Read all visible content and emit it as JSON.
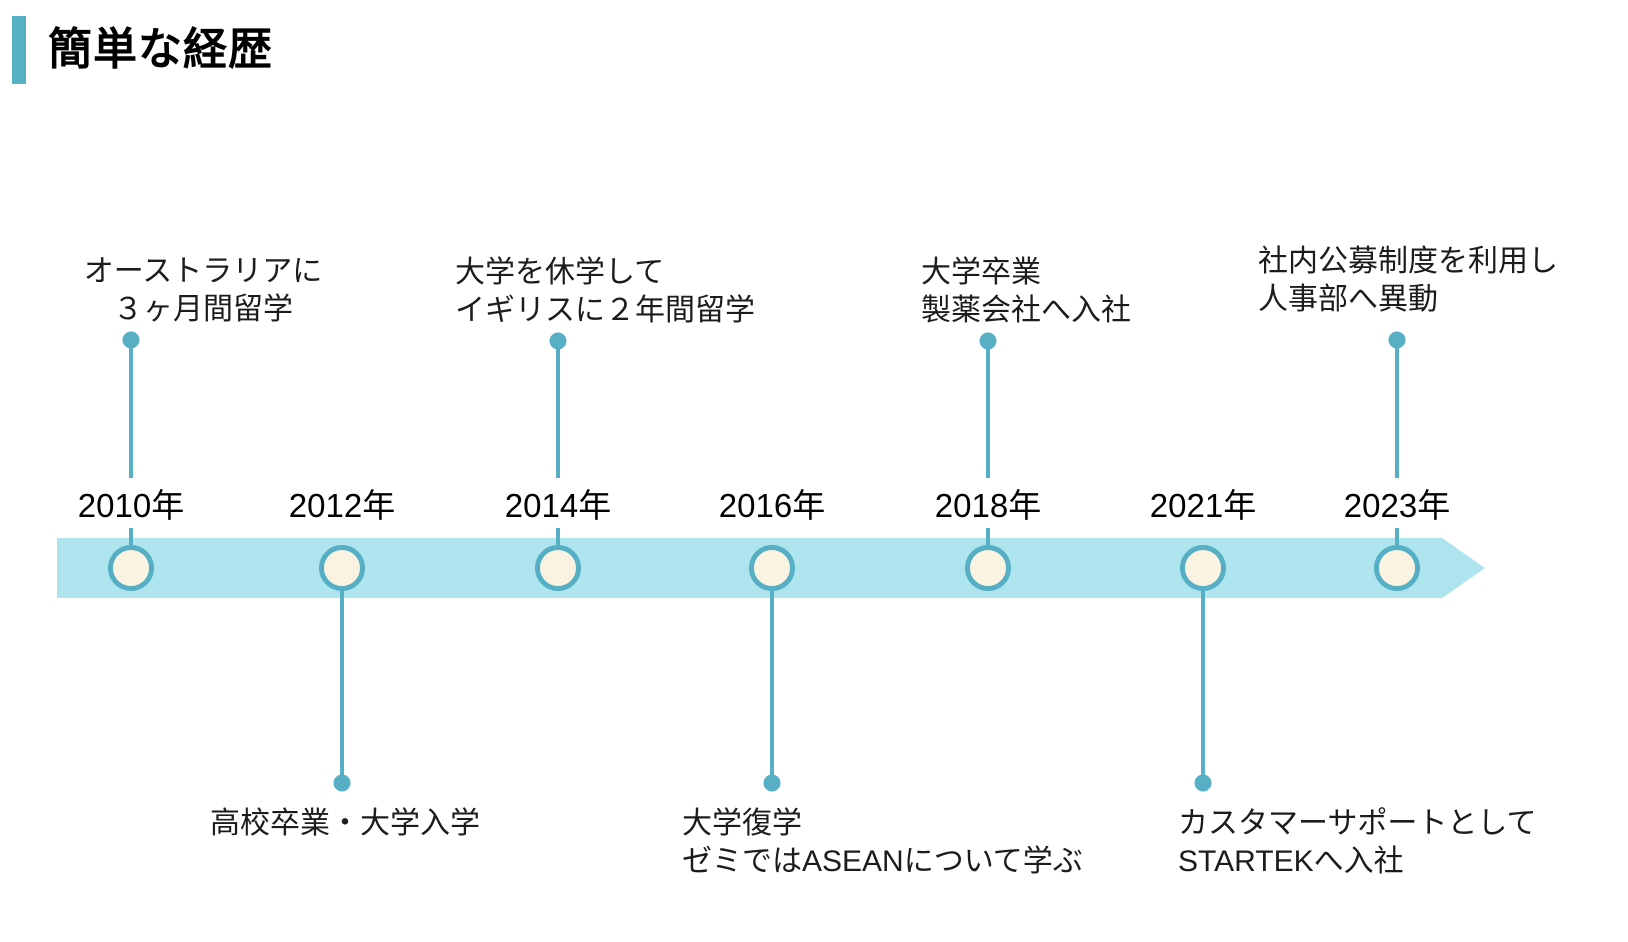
{
  "title": "簡単な経歴",
  "colors": {
    "accent_teal": "#56b1c6",
    "bar_cyan": "#ade4ee",
    "node_stroke": "#56afc4",
    "node_fill": "#fbf3e2",
    "text": "#1c1c1c"
  },
  "timeline": {
    "milestones": [
      {
        "year": "2010年",
        "event_line1": "オーストラリアに",
        "event_line2": "３ヶ月間留学",
        "position": "above",
        "align": "center"
      },
      {
        "year": "2012年",
        "event_line1": "高校卒業・大学入学",
        "event_line2": "",
        "position": "below",
        "align": "center"
      },
      {
        "year": "2014年",
        "event_line1": "大学を休学して",
        "event_line2": "イギリスに２年間留学",
        "position": "above",
        "align": "left"
      },
      {
        "year": "2016年",
        "event_line1": "大学復学",
        "event_line2": "ゼミではASEANについて学ぶ",
        "position": "below",
        "align": "left"
      },
      {
        "year": "2018年",
        "event_line1": "大学卒業",
        "event_line2": "製薬会社へ入社",
        "position": "above",
        "align": "left"
      },
      {
        "year": "2021年",
        "event_line1": "カスタマーサポートとして",
        "event_line2": "STARTEKへ入社",
        "position": "below",
        "align": "left"
      },
      {
        "year": "2023年",
        "event_line1": "社内公募制度を利用し",
        "event_line2": "人事部へ異動",
        "position": "above",
        "align": "left"
      }
    ]
  }
}
